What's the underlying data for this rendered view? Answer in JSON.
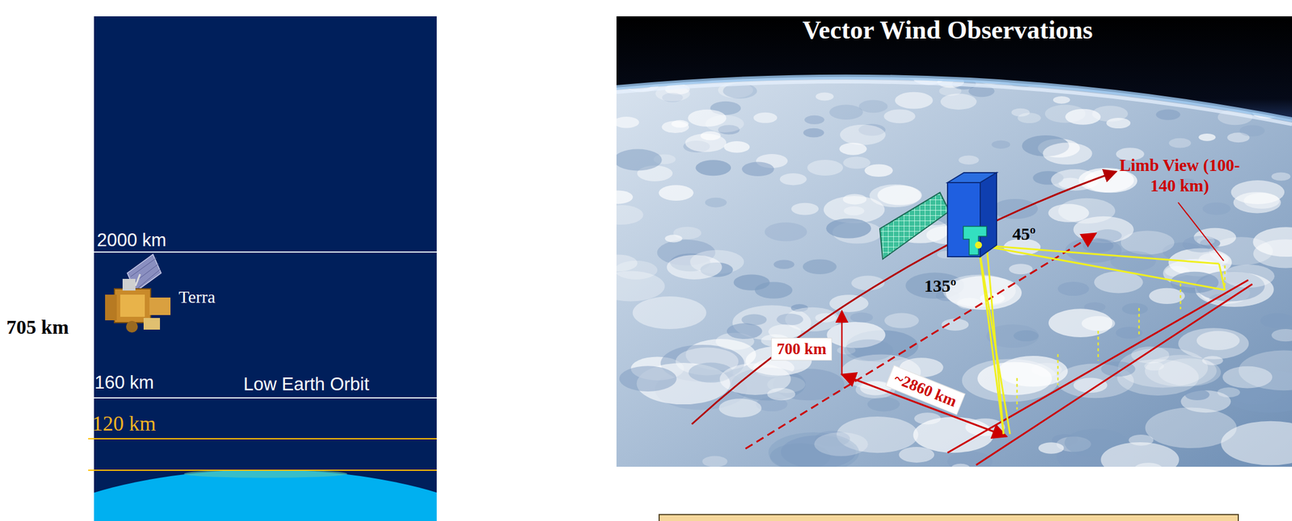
{
  "diagram": {
    "title": "Vector Wind Observations",
    "nodes": [
      {
        "text": [
          "700 km"
        ]
      },
      {
        "text": [
          "~2860 km"
        ]
      }
    ],
    "labels": [
      "2000 km",
      "Terra",
      "705 km",
      "160 km",
      "Low Earth Orbit",
      "120 km",
      "45º",
      "135º",
      "Limb View (100-140 km)"
    ]
  }
}
